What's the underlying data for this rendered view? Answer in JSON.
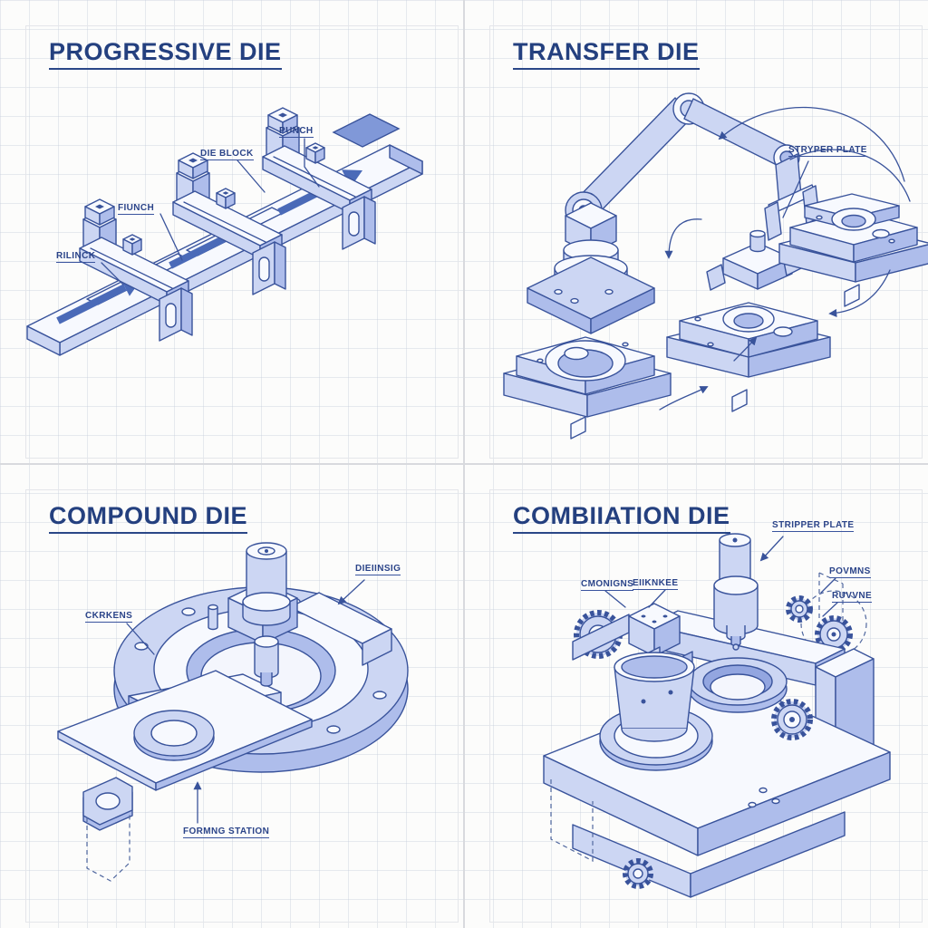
{
  "page": {
    "title": "Die types blueprint sheet",
    "palette": {
      "ink": "#39539b",
      "fill_light": "#ccd6f3",
      "fill_mid": "#aebdeb",
      "fill_top": "#f7f9fe",
      "arrow_blue": "#4a6ab8",
      "title_text": "#24407f",
      "grid_line": "#ccd3df"
    }
  },
  "quadrants": [
    {
      "id": "progressive-die",
      "title": "PROGRESSIVE DIE",
      "labels": [
        {
          "text": "PUNCH"
        },
        {
          "text": "DIE BLOCK"
        },
        {
          "text": "FIUNCH"
        },
        {
          "text": "RILINCK"
        }
      ]
    },
    {
      "id": "transfer-die",
      "title": "TRANSFER DIE",
      "labels": [
        {
          "text": "STRYPER PLATE"
        }
      ]
    },
    {
      "id": "compound-die",
      "title": "COMPOUND DIE",
      "labels": [
        {
          "text": "CKRKENS"
        },
        {
          "text": "DIEIINSIG"
        },
        {
          "text": "FORMNG STATION"
        }
      ]
    },
    {
      "id": "combination-die",
      "title": "COMBIIATION DIE",
      "labels": [
        {
          "text": "STRIPPER PLATE"
        },
        {
          "text": "CMONIGNS"
        },
        {
          "text": "EIIKNKEE"
        },
        {
          "text": "POVMNS"
        },
        {
          "text": "RUVVNE"
        }
      ]
    }
  ]
}
